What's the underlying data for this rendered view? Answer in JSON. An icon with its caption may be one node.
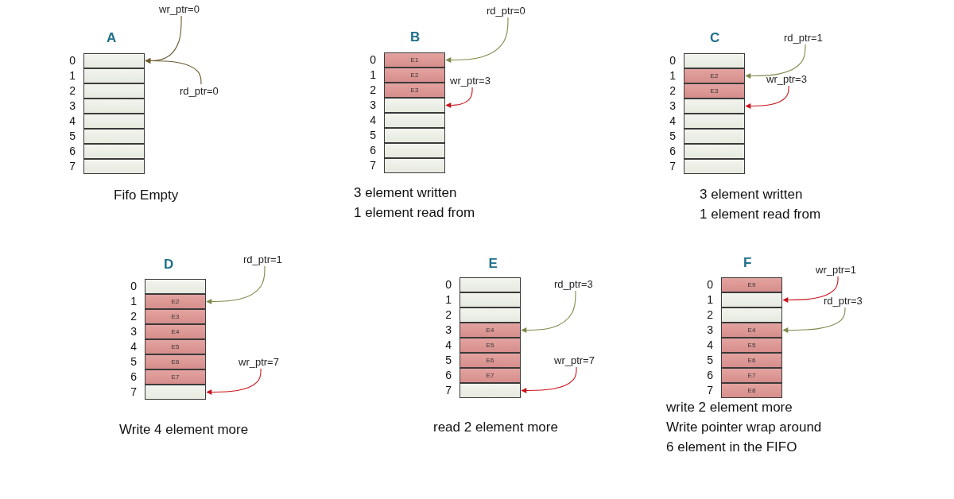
{
  "diagram": {
    "nodes": [
      {
        "text": [],
        "shape": "box",
        "beside": [
          "0"
        ]
      },
      {
        "text": [],
        "shape": "box",
        "beside": [
          "1"
        ]
      },
      {
        "text": [],
        "shape": "box",
        "beside": [
          "2"
        ]
      },
      {
        "text": [],
        "shape": "box",
        "beside": [
          "3"
        ]
      },
      {
        "text": [],
        "shape": "box",
        "beside": [
          "4"
        ]
      },
      {
        "text": [],
        "shape": "box",
        "beside": [
          "5"
        ]
      },
      {
        "text": [],
        "shape": "box",
        "beside": [
          "6"
        ]
      },
      {
        "text": [],
        "shape": "box",
        "beside": [
          "7"
        ]
      },
      {
        "text": [
          "wr_ptr=0"
        ]
      },
      {
        "text": [
          "rd_ptr=0"
        ]
      },
      {
        "text": [
          "E1"
        ],
        "beside": [
          "0"
        ]
      },
      {
        "text": [
          "E2"
        ],
        "beside": [
          "1"
        ]
      },
      {
        "text": [
          "E3"
        ],
        "beside": [
          "2"
        ]
      },
      {
        "text": [],
        "shape": "box",
        "beside": [
          "3"
        ]
      },
      {
        "text": [],
        "shape": "box",
        "beside": [
          "4"
        ]
      },
      {
        "text": [],
        "shape": "box",
        "beside": [
          "5"
        ]
      },
      {
        "text": [],
        "shape": "box",
        "beside": [
          "6"
        ]
      },
      {
        "text": [],
        "shape": "box",
        "beside": [
          "7"
        ]
      },
      {
        "text": [
          "rd_ptr=0"
        ]
      },
      {
        "text": [
          "wr_ptr=3"
        ]
      },
      {
        "text": [],
        "shape": "box",
        "beside": [
          "0"
        ]
      },
      {
        "text": [
          "E2"
        ],
        "beside": [
          "1"
        ]
      },
      {
        "text": [
          "E3"
        ],
        "beside": [
          "2"
        ]
      },
      {
        "text": [],
        "shape": "box",
        "beside": [
          "3"
        ]
      },
      {
        "text": [],
        "shape": "box",
        "beside": [
          "4"
        ]
      },
      {
        "text": [],
        "shape": "box",
        "beside": [
          "5"
        ]
      },
      {
        "text": [],
        "shape": "box",
        "beside": [
          "6"
        ]
      },
      {
        "text": [],
        "shape": "box",
        "beside": [
          "7"
        ]
      },
      {
        "text": [
          "rd_ptr=1"
        ]
      },
      {
        "text": [
          "wr_ptr=3"
        ]
      },
      {
        "text": [],
        "shape": "box",
        "beside": [
          "0"
        ]
      },
      {
        "text": [
          "E2"
        ],
        "beside": [
          "1"
        ]
      },
      {
        "text": [
          "E3"
        ],
        "beside": [
          "2"
        ]
      },
      {
        "text": [
          "E4"
        ],
        "beside": [
          "3"
        ]
      },
      {
        "text": [
          "E5"
        ],
        "beside": [
          "4"
        ]
      },
      {
        "text": [
          "E6"
        ],
        "beside": [
          "5"
        ]
      },
      {
        "text": [
          "E7"
        ],
        "beside": [
          "6"
        ]
      },
      {
        "text": [],
        "shape": "box",
        "beside": [
          "7"
        ]
      },
      {
        "text": [
          "rd_ptr=1"
        ]
      },
      {
        "text": [
          "wr_ptr=7"
        ]
      },
      {
        "text": [],
        "shape": "box",
        "beside": [
          "0"
        ]
      },
      {
        "text": [],
        "shape": "box",
        "beside": [
          "1"
        ]
      },
      {
        "text": [],
        "shape": "box",
        "beside": [
          "2"
        ]
      },
      {
        "text": [
          "E4"
        ],
        "beside": [
          "3"
        ]
      },
      {
        "text": [
          "E5"
        ],
        "beside": [
          "4"
        ]
      },
      {
        "text": [
          "E6"
        ],
        "beside": [
          "5"
        ]
      },
      {
        "text": [
          "E7"
        ],
        "beside": [
          "6"
        ]
      },
      {
        "text": [],
        "shape": "box",
        "beside": [
          "7"
        ]
      },
      {
        "text": [
          "rd_ptr=3"
        ]
      },
      {
        "text": [
          "wr_ptr=7"
        ]
      },
      {
        "text": [
          "E9"
        ],
        "beside": [
          "0"
        ]
      },
      {
        "text": [],
        "shape": "box",
        "beside": [
          "1"
        ]
      },
      {
        "text": [],
        "shape": "box",
        "beside": [
          "2"
        ]
      },
      {
        "text": [
          "E4"
        ],
        "beside": [
          "3"
        ]
      },
      {
        "text": [
          "E5"
        ],
        "beside": [
          "4"
        ]
      },
      {
        "text": [
          "E6"
        ],
        "beside": [
          "5"
        ]
      },
      {
        "text": [
          "E7"
        ],
        "beside": [
          "6"
        ]
      },
      {
        "text": [
          "E8"
        ],
        "beside": [
          "7"
        ]
      },
      {
        "text": [
          "wr_ptr=1"
        ]
      },
      {
        "text": [
          "rd_ptr=3"
        ]
      }
    ],
    "edges": [
      {
        "from": 8,
        "to": 0,
        "arrow": "to",
        "color": "#6b5a2e"
      },
      {
        "from": 9,
        "to": 0,
        "arrow": "to",
        "color": "#6b5a2e"
      },
      {
        "from": 18,
        "to": 10,
        "arrow": "to",
        "color": "#7d8a4a"
      },
      {
        "from": 19,
        "to": 13,
        "arrow": "to",
        "color": "#c8141c"
      },
      {
        "from": 28,
        "to": 21,
        "arrow": "to",
        "color": "#7d8a4a"
      },
      {
        "from": 29,
        "to": 23,
        "arrow": "to",
        "color": "#c8141c"
      },
      {
        "from": 38,
        "to": 31,
        "arrow": "to",
        "color": "#7d8a4a"
      },
      {
        "from": 39,
        "to": 37,
        "arrow": "to",
        "color": "#c8141c"
      },
      {
        "from": 48,
        "to": 43,
        "arrow": "to",
        "color": "#7d8a4a"
      },
      {
        "from": 49,
        "to": 47,
        "arrow": "to",
        "color": "#c8141c"
      },
      {
        "from": 58,
        "to": 51,
        "arrow": "to",
        "color": "#c8141c"
      },
      {
        "from": 59,
        "to": 53,
        "arrow": "to",
        "color": "#7d8a4a"
      }
    ],
    "labels": [
      "A",
      "B",
      "C",
      "Fifo Empty",
      "3 element written",
      "1 element read from",
      "3 element written",
      "1 element read from",
      "D",
      "E",
      "F",
      "Write 4 element more",
      "read 2 element more",
      "write 2 element more",
      "Write pointer wrap around",
      "6 element in the FIFO"
    ]
  }
}
